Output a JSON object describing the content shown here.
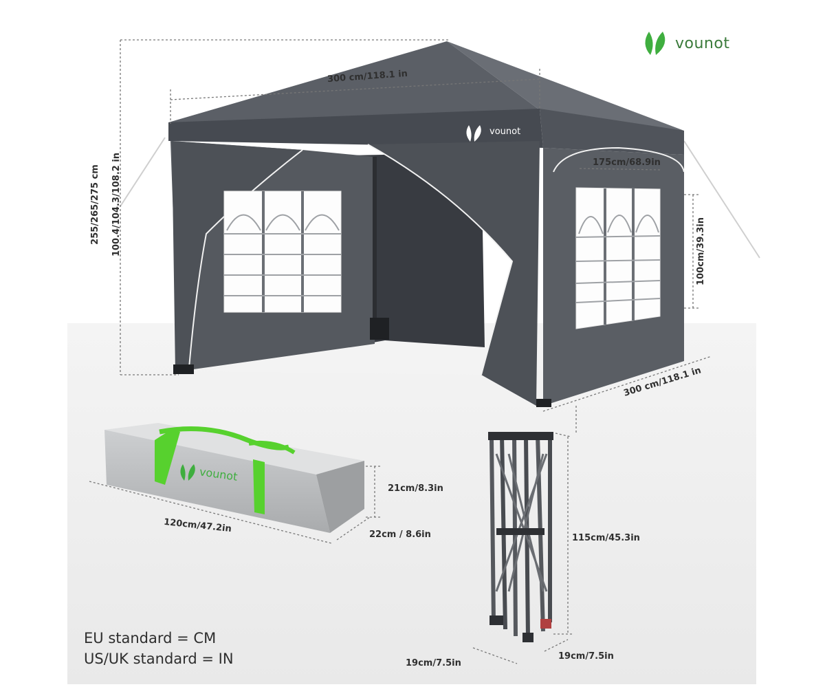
{
  "brand": {
    "name": "vounot",
    "logo_icon": "leaf-logo-icon",
    "accent_color": "#3fae3f"
  },
  "tent": {
    "canopy_color": "#4a4e55",
    "wall_color": "#4f535a",
    "piping_color": "#f2f2f2",
    "labels": {
      "front_width": "300 cm/118.1 in",
      "side_depth": "300 cm/118.1 in",
      "height_cm": "255/265/275 cm",
      "height_in": "100.4/104.3/108.2 in",
      "window_width": "175cm/68.9in",
      "window_height": "100cm/39.3in"
    }
  },
  "bag": {
    "body_color": "#b7b9bb",
    "strap_color": "#57d12e",
    "labels": {
      "length": "120cm/47.2in",
      "height": "21cm/8.3in",
      "depth": "22cm / 8.6in"
    }
  },
  "frame": {
    "color": "#55585d",
    "labels": {
      "height": "115cm/45.3in",
      "base_left": "19cm/7.5in",
      "base_right": "19cm/7.5in"
    }
  },
  "legend": {
    "line1": "EU standard = CM",
    "line2": "US/UK standard = IN"
  }
}
